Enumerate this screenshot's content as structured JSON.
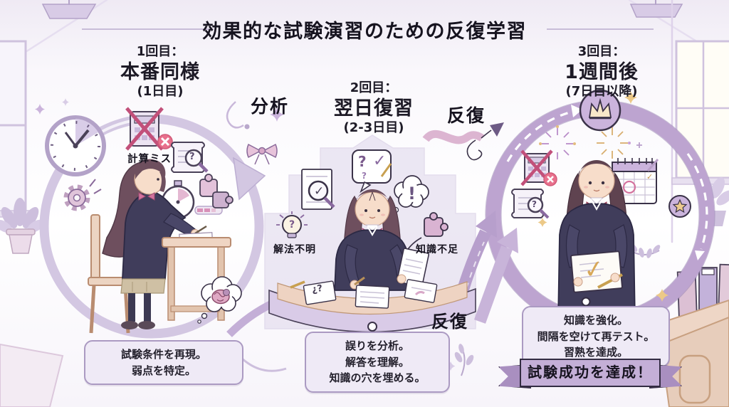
{
  "title": "効果的な試験演習のための反復学習",
  "flow_labels": {
    "analysis": "分析",
    "repeat_top": "反復",
    "repeat_bottom": "反復"
  },
  "stages": [
    {
      "round": "1回目：",
      "name": "本番同様",
      "timing": "(1日目)",
      "issue_tags": [
        {
          "icon": "crossed-calculator-icon",
          "label": "計算ミス"
        }
      ],
      "note_lines": [
        "試験条件を再現。",
        "弱点を特定。"
      ]
    },
    {
      "round": "2回目：",
      "name": "翌日復習",
      "timing": "(2-3日目)",
      "issue_tags": [
        {
          "icon": "lightbulb-question-icon",
          "label": "解法不明"
        },
        {
          "icon": "puzzle-piece-icon",
          "label": "知識不足"
        }
      ],
      "note_lines": [
        "誤りを分析。",
        "解答を理解。",
        "知識の穴を埋める。"
      ]
    },
    {
      "round": "3回目：",
      "name": "1週間後",
      "timing": "(7日目以降)",
      "issue_tags": [],
      "note_lines": [
        "知識を強化。",
        "間隔を空けて再テスト。",
        "習熟を達成。"
      ]
    }
  ],
  "banner": {
    "text": "試験成功を達成！"
  },
  "icon_glyphs": {
    "question": "?",
    "exclamation": "!",
    "check": "✓",
    "scribble": "¿?"
  },
  "colors": {
    "accent_purple": "#b9a0cc",
    "ring_light": "#d3c7e2",
    "ring_dark": "#bda4d0",
    "banner_fill": "#c4afd7",
    "note_fill": "#efeaf6",
    "note_border": "#ab9ac2",
    "error_red": "#e8708c",
    "gold": "#e3bc7e",
    "ink": "#221f2b"
  }
}
